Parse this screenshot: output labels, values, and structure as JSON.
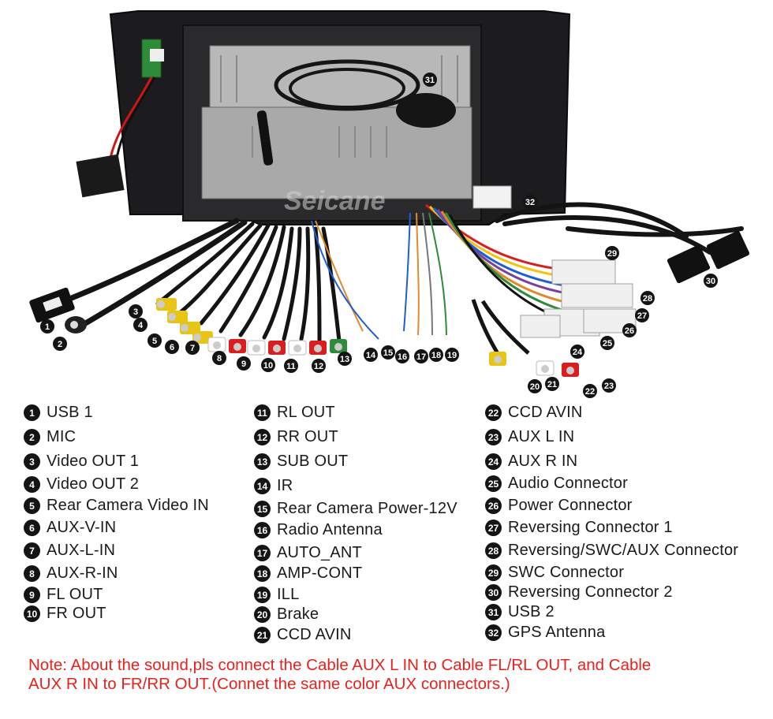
{
  "brand_watermark": "Seicane",
  "colors": {
    "note": "#e8211d",
    "badge": "#141414",
    "bezel": "#1c1c1e"
  },
  "callouts": [
    "1",
    "2",
    "3",
    "4",
    "5",
    "6",
    "7",
    "8",
    "9",
    "10",
    "11",
    "12",
    "13",
    "14",
    "15",
    "16",
    "17",
    "18",
    "19",
    "20",
    "21",
    "22",
    "23",
    "24",
    "25",
    "26",
    "27",
    "28",
    "29",
    "30",
    "31",
    "32"
  ],
  "legend": {
    "col1": [
      {
        "num": "1",
        "label": "USB 1"
      },
      {
        "num": "2",
        "label": "MIC"
      },
      {
        "num": "3",
        "label": "Video OUT 1"
      },
      {
        "num": "4",
        "label": "Video OUT 2"
      },
      {
        "num": "5",
        "label": "Rear Camera Video IN"
      },
      {
        "num": "6",
        "label": "AUX-V-IN"
      },
      {
        "num": "7",
        "label": "AUX-L-IN"
      },
      {
        "num": "8",
        "label": "AUX-R-IN"
      },
      {
        "num": "9",
        "label": "FL OUT"
      },
      {
        "num": "10",
        "label": "FR OUT"
      }
    ],
    "col2": [
      {
        "num": "11",
        "label": "RL OUT"
      },
      {
        "num": "12",
        "label": "RR OUT"
      },
      {
        "num": "13",
        "label": "SUB OUT"
      },
      {
        "num": "14",
        "label": "IR"
      },
      {
        "num": "15",
        "label": "Rear Camera Power-12V"
      },
      {
        "num": "16",
        "label": "Radio Antenna"
      },
      {
        "num": "17",
        "label": "AUTO_ANT"
      },
      {
        "num": "18",
        "label": "AMP-CONT"
      },
      {
        "num": "19",
        "label": "ILL"
      },
      {
        "num": "20",
        "label": "Brake"
      },
      {
        "num": "21",
        "label": "CCD AVIN"
      }
    ],
    "col3": [
      {
        "num": "22",
        "label": "CCD AVIN"
      },
      {
        "num": "23",
        "label": "AUX L IN"
      },
      {
        "num": "24",
        "label": "AUX R IN"
      },
      {
        "num": "25",
        "label": "Audio Connector"
      },
      {
        "num": "26",
        "label": "Power Connector"
      },
      {
        "num": "27",
        "label": "Reversing Connector 1"
      },
      {
        "num": "28",
        "label": "Reversing/SWC/AUX Connector"
      },
      {
        "num": "29",
        "label": "SWC Connector"
      },
      {
        "num": "30",
        "label": "Reversing Connector 2"
      },
      {
        "num": "31",
        "label": "USB 2"
      },
      {
        "num": "32",
        "label": "GPS Antenna"
      }
    ]
  },
  "note": {
    "line1": "Note: About the sound,pls connect the Cable AUX L IN to Cable FL/RL OUT, and Cable",
    "line2": "AUX R IN to FR/RR OUT.(Connet the same color AUX connectors.)"
  }
}
